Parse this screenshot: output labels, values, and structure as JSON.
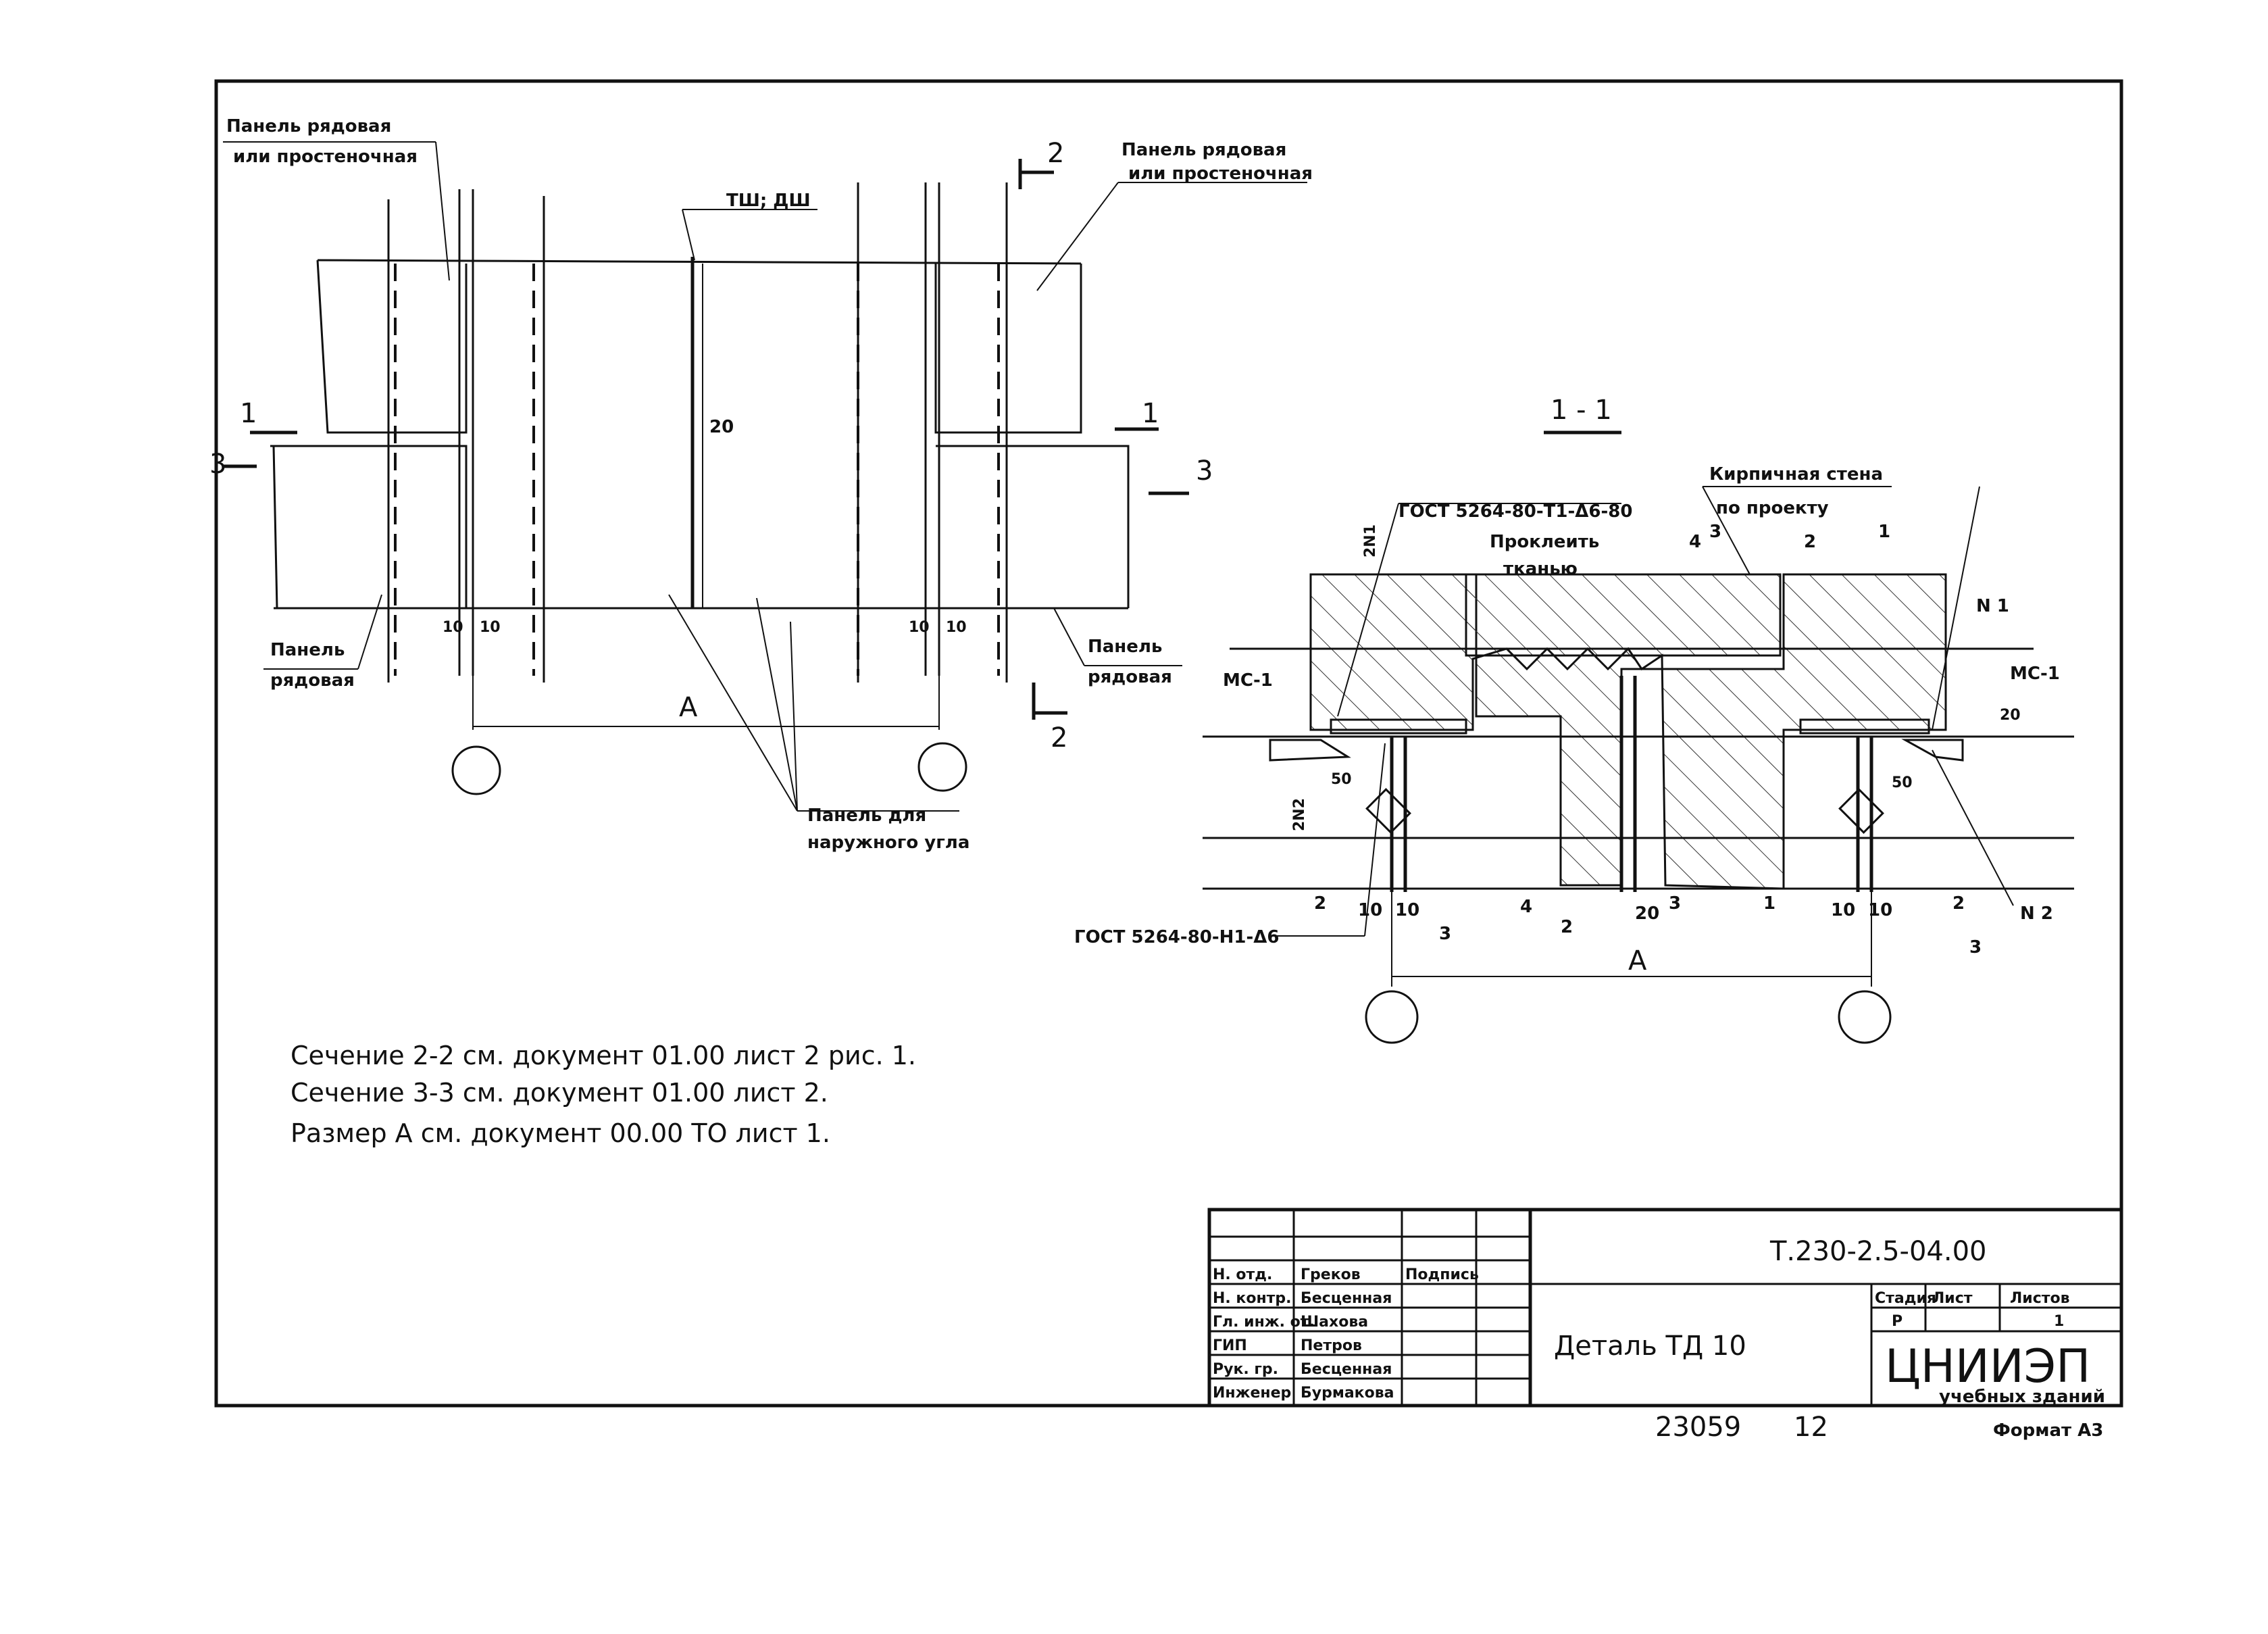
{
  "plan": {
    "panel_ordinary_or_pier_left": [
      "Панель рядовая",
      "или простеночная"
    ],
    "panel_ordinary_or_pier_right": [
      "Панель рядовая",
      "или простеночная"
    ],
    "panel_ordinary_left": [
      "Панель",
      "рядовая"
    ],
    "panel_ordinary_right": [
      "Панель",
      "рядовая"
    ],
    "panel_outer_corner": [
      "Панель для",
      "наружного угла"
    ],
    "joint_mark": "ТШ; ДШ",
    "dim_20": "20",
    "dim_10": "10",
    "dim_A": "А",
    "cut_1": "1",
    "cut_2": "2",
    "cut_3": "3"
  },
  "section": {
    "title": "1 - 1",
    "brick_wall": [
      "Кирпичная стена",
      "по проекту"
    ],
    "gost_top": "ГОСТ 5264-80-Т1-Δ6-80",
    "glue_fabric": [
      "Проклеить",
      "тканью"
    ],
    "gost_bottom": "ГОСТ 5264-80-Н1-Δ6",
    "mc_left": "МС-1",
    "mc_right": "МС-1",
    "n1": "N 1",
    "n2": "N 2",
    "n1_label": "2N1",
    "n2_label": "2N2",
    "dim_50": "50",
    "dim_20": "20",
    "dim_10": "10",
    "dim_A": "А",
    "num_1": "1",
    "num_2": "2",
    "num_3": "3",
    "num_4": "4"
  },
  "notes": [
    "Сечение 2-2 см. документ 01.00 лист 2 рис. 1.",
    "Сечение 3-3 см. документ 01.00 лист 2.",
    "Размер А см. документ 00.00 ТО лист 1."
  ],
  "title_block": {
    "doc_code": "Т.230-2.5-04.00",
    "title": "Деталь ТД 10",
    "header_stage": "Стадия",
    "header_sheet": "Лист",
    "header_sheets": "Листов",
    "stage": "Р",
    "sheets": "1",
    "org_main": "ЦНИИЭП",
    "org_sub": "учебных зданий",
    "sign_col": "Подпись",
    "roles": [
      "Н. отд.",
      "Н. контр.",
      "Гл. инж. от.",
      "ГИП",
      "Рук. гр.",
      "Инженер"
    ],
    "names": [
      "Греков",
      "Бесценная",
      "Шахова",
      "Петров",
      "Бесценная",
      "Бурмакова"
    ],
    "signs": [
      "",
      "",
      "",
      "",
      "",
      ""
    ]
  },
  "footer": {
    "inv": "23059",
    "num": "12",
    "format": "Формат А3"
  }
}
